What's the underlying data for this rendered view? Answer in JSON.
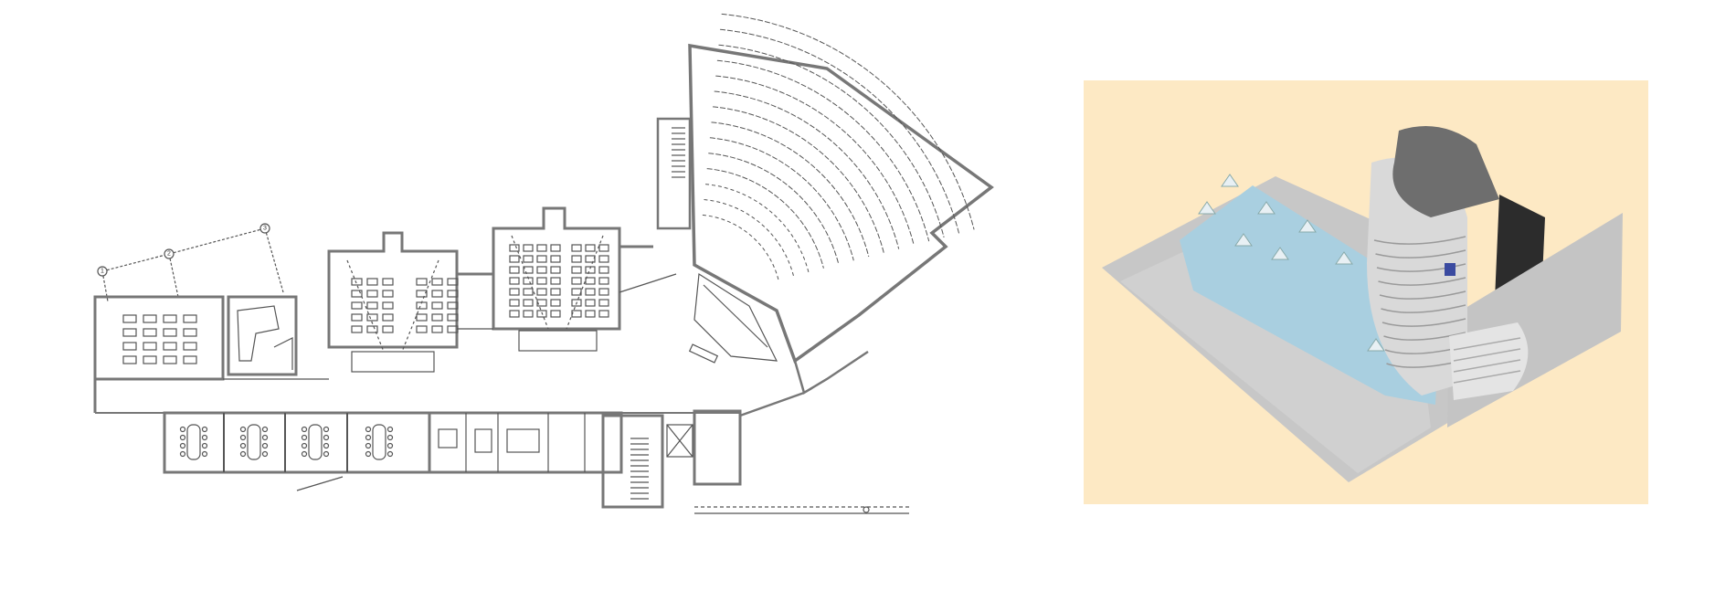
{
  "figure": {
    "panels": [
      "floor-plan",
      "3d-massing-rendering"
    ]
  },
  "floor_plan": {
    "grid_markers": [
      "1",
      "2",
      "3"
    ],
    "ink_color": "#555555",
    "wall_color": "#777777"
  },
  "rendering": {
    "background_color": "#fde9c4",
    "water_color": "#a9cfe0",
    "ground_color": "#c7c7c7",
    "building_color": "#d9d9d9",
    "roof_color": "#6e6e6e",
    "accent_color": "#3a4aa0"
  }
}
